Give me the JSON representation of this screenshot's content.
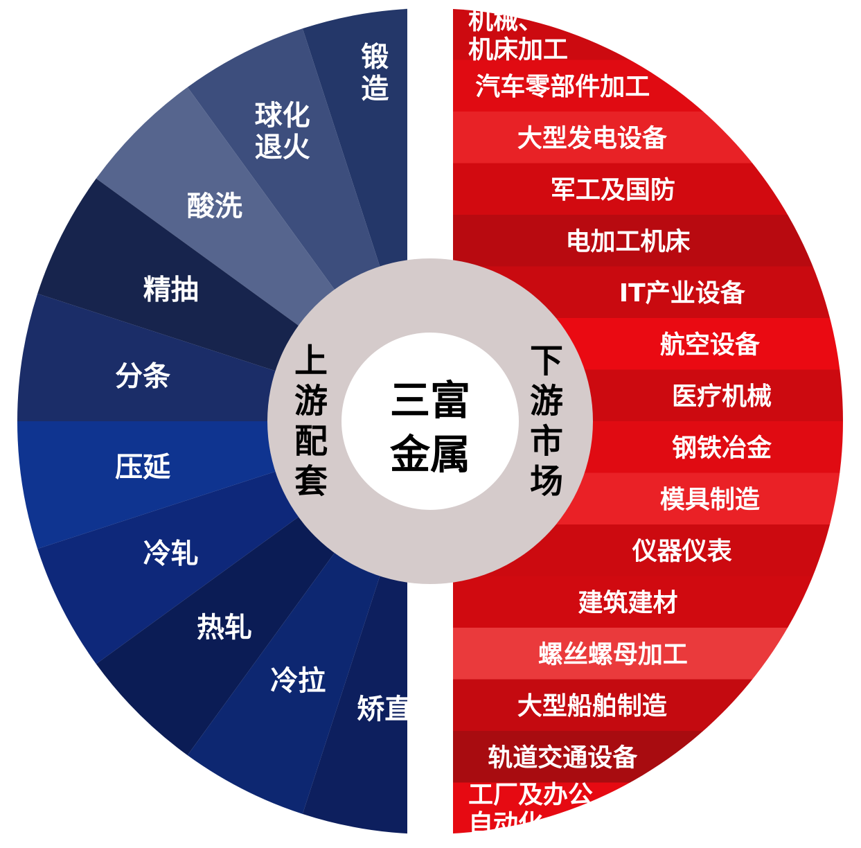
{
  "center": {
    "line1": "三富",
    "line2": "金属"
  },
  "upstream": {
    "title_chars": [
      "上",
      "游",
      "配",
      "套"
    ],
    "segments": [
      {
        "lines": [
          "锻",
          "造"
        ],
        "color": "#243769"
      },
      {
        "lines": [
          "球化",
          "退火"
        ],
        "color": "#3d4e7d"
      },
      {
        "lines": [
          "酸洗"
        ],
        "color": "#56658e"
      },
      {
        "lines": [
          "精抽"
        ],
        "color": "#17244d"
      },
      {
        "lines": [
          "分条"
        ],
        "color": "#1b2d68"
      },
      {
        "lines": [
          "压延"
        ],
        "color": "#0f3490"
      },
      {
        "lines": [
          "冷轧"
        ],
        "color": "#0e287a"
      },
      {
        "lines": [
          "热轧"
        ],
        "color": "#0b1c55"
      },
      {
        "lines": [
          "冷拉"
        ],
        "color": "#0d2771"
      },
      {
        "lines": [
          "矫直"
        ],
        "color": "#0d1f5e"
      }
    ]
  },
  "downstream": {
    "title_chars": [
      "下",
      "游",
      "市",
      "场"
    ],
    "segments": [
      {
        "lines": [
          "机械、",
          "机床加工"
        ],
        "color": "#cc0a10"
      },
      {
        "lines": [
          "汽车零部件加工"
        ],
        "color": "#e00b12"
      },
      {
        "lines": [
          "大型发电设备"
        ],
        "color": "#e82226"
      },
      {
        "lines": [
          "军工及国防"
        ],
        "color": "#d20a10"
      },
      {
        "lines": [
          "电加工机床"
        ],
        "color": "#b80a10"
      },
      {
        "lines": [
          "IT产业设备"
        ],
        "color": "#c90a10"
      },
      {
        "lines": [
          "航空设备"
        ],
        "color": "#ea0a12"
      },
      {
        "lines": [
          "医疗机械"
        ],
        "color": "#cc0a10"
      },
      {
        "lines": [
          "钢铁冶金"
        ],
        "color": "#e00b12"
      },
      {
        "lines": [
          "模具制造"
        ],
        "color": "#ea2126"
      },
      {
        "lines": [
          "仪器仪表"
        ],
        "color": "#cc0a10"
      },
      {
        "lines": [
          "建筑建材"
        ],
        "color": "#d00a10"
      },
      {
        "lines": [
          "螺丝螺母加工"
        ],
        "color": "#ea3a3c"
      },
      {
        "lines": [
          "大型船舶制造"
        ],
        "color": "#c40a10"
      },
      {
        "lines": [
          "轨道交通设备"
        ],
        "color": "#a80c10"
      },
      {
        "lines": [
          "工厂及办公",
          "自动化"
        ],
        "color": "#e60a12"
      }
    ]
  },
  "colors": {
    "ring": "#d5cbcb",
    "center": "#ffffff",
    "gap": "#ffffff"
  }
}
